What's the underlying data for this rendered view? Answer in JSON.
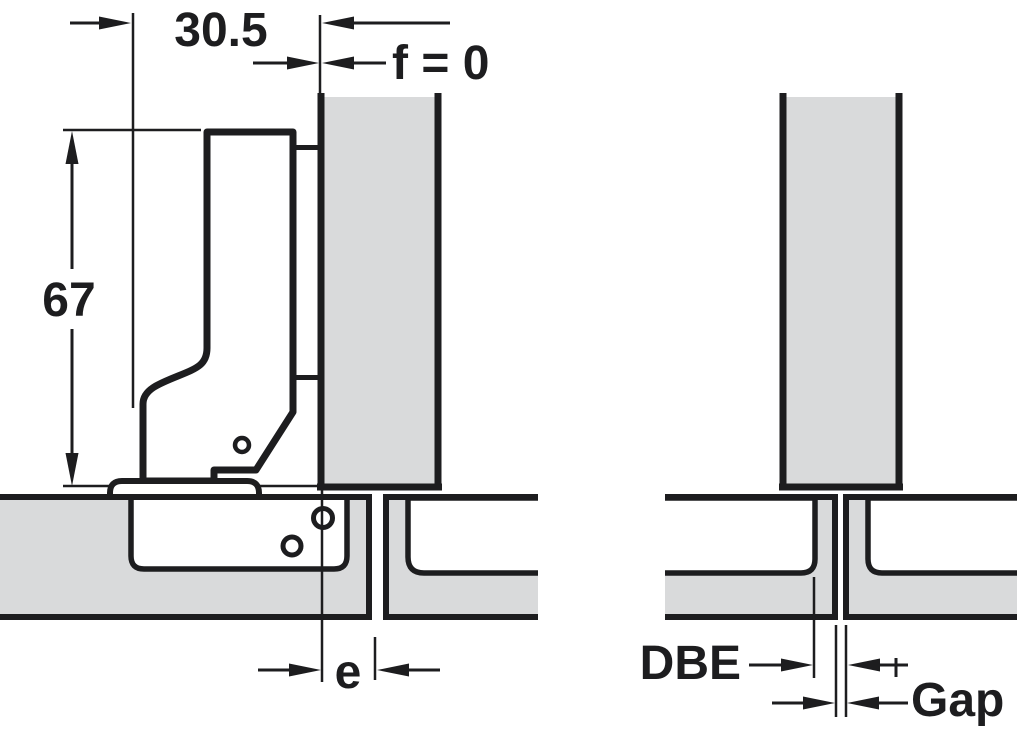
{
  "diagram": {
    "subject": "Concealed hinge mounting dimensions drawing",
    "background_color": "#ffffff",
    "line_color": "#1d1d1f",
    "panel_fill_color": "#d9dadb",
    "labels": {
      "drilling_distance": "30.5",
      "hinge_height": "67",
      "overlay": "f = 0",
      "edge_distance": "e",
      "distance_between_edges": "DBE",
      "gap": "Gap"
    }
  }
}
